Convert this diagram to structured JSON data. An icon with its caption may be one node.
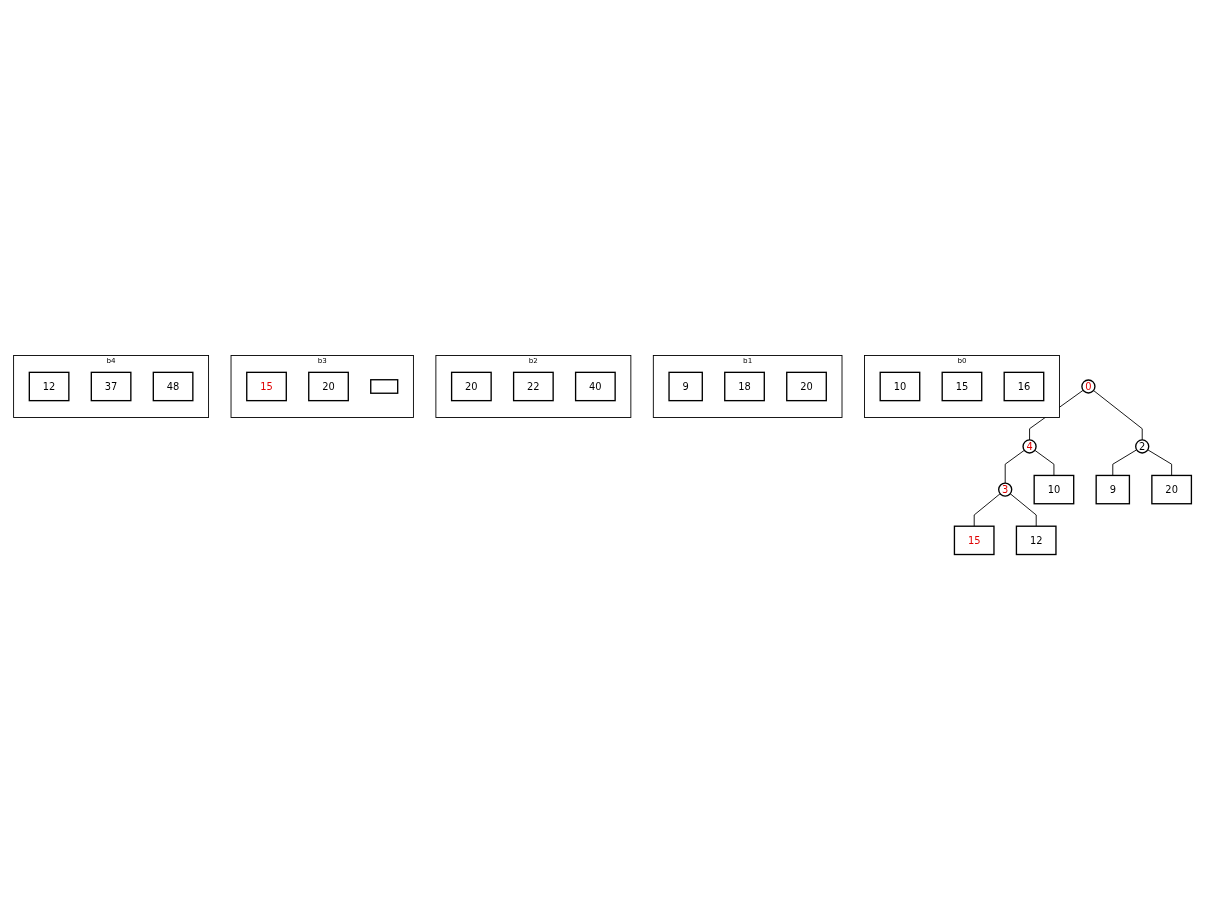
{
  "diagram": {
    "nodes": [
      {
        "text": [
          "0"
        ]
      },
      {
        "text": [
          "4"
        ]
      },
      {
        "text": [
          "2"
        ]
      },
      {
        "text": [
          "3"
        ]
      },
      {
        "text": [
          "10"
        ]
      },
      {
        "text": [
          "9"
        ]
      },
      {
        "text": [
          "20"
        ]
      },
      {
        "text": [
          "15"
        ]
      },
      {
        "text": [
          "12"
        ]
      },
      {
        "text": [
          "b0"
        ]
      },
      {
        "text": [
          "10"
        ],
        "in": 9
      },
      {
        "text": [
          "15"
        ],
        "in": 9
      },
      {
        "text": [
          "16"
        ],
        "in": 9
      },
      {
        "text": [
          "b1"
        ]
      },
      {
        "text": [
          "9"
        ],
        "in": 13
      },
      {
        "text": [
          "18"
        ],
        "in": 13
      },
      {
        "text": [
          "20"
        ],
        "in": 13
      },
      {
        "text": [
          "b2"
        ]
      },
      {
        "text": [
          "20"
        ],
        "in": 17
      },
      {
        "text": [
          "22"
        ],
        "in": 17
      },
      {
        "text": [
          "40"
        ],
        "in": 17
      },
      {
        "text": [
          "b3"
        ]
      },
      {
        "text": [
          "15"
        ],
        "in": 21
      },
      {
        "text": [
          "20"
        ],
        "in": 21
      },
      {
        "text": [],
        "shape": "box",
        "in": 21
      },
      {
        "text": [
          "b4"
        ]
      },
      {
        "text": [
          "12"
        ],
        "in": 25
      },
      {
        "text": [
          "37"
        ],
        "in": 25
      },
      {
        "text": [
          "48"
        ],
        "in": 25
      }
    ],
    "edges": [
      {
        "from": 0,
        "to": 1,
        "arrow": "none"
      },
      {
        "from": 0,
        "to": 2,
        "arrow": "none"
      },
      {
        "from": 1,
        "to": 3,
        "arrow": "none"
      },
      {
        "from": 1,
        "to": 4,
        "arrow": "none"
      },
      {
        "from": 2,
        "to": 5,
        "arrow": "none"
      },
      {
        "from": 2,
        "to": 6,
        "arrow": "none"
      },
      {
        "from": 3,
        "to": 7,
        "arrow": "none"
      },
      {
        "from": 3,
        "to": 8,
        "arrow": "none"
      }
    ]
  }
}
